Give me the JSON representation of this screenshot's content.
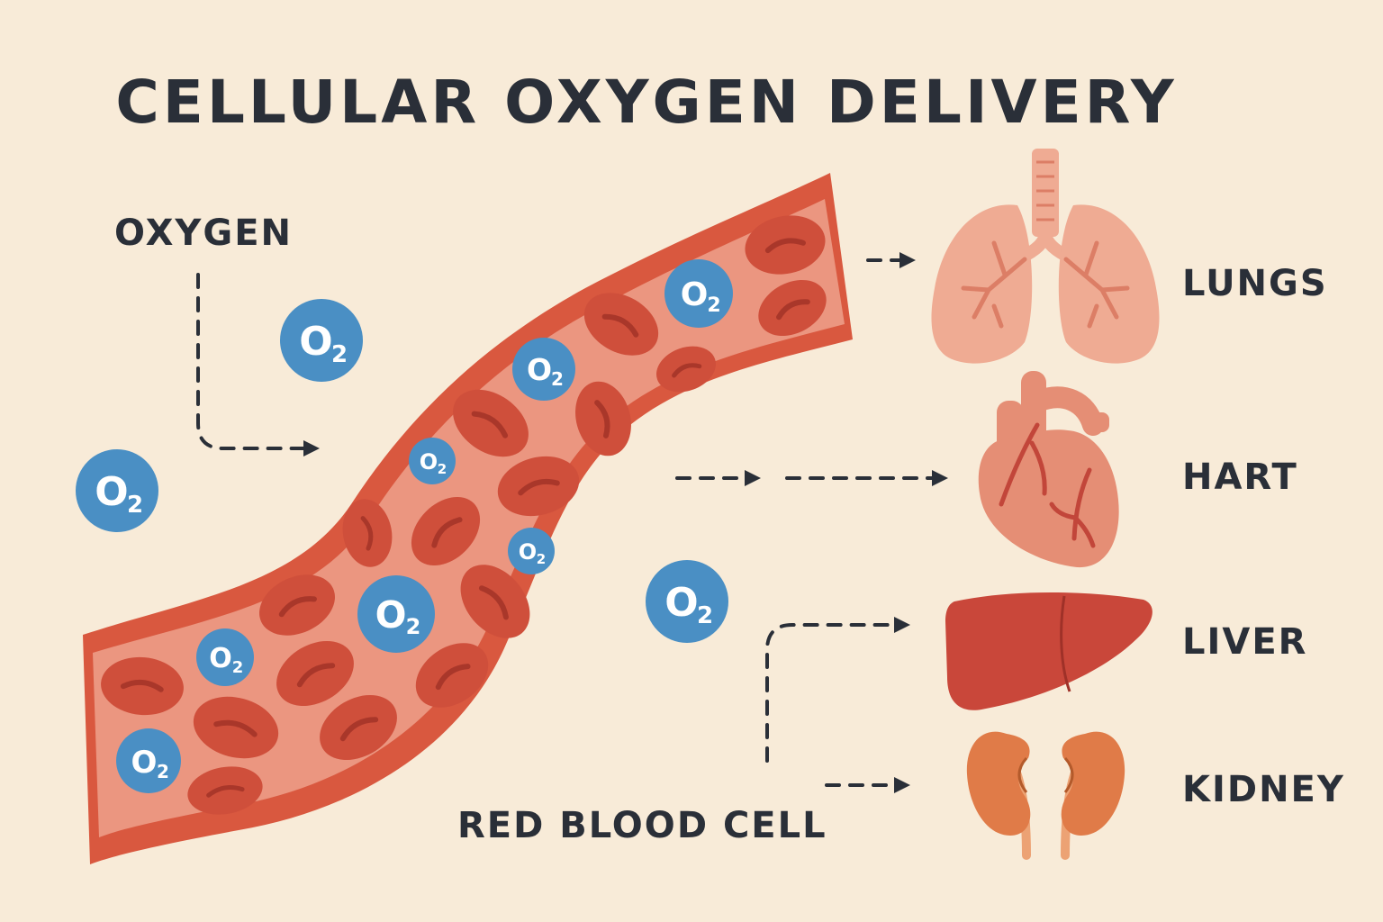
{
  "title": "CELLULAR OXYGEN DELIVERY",
  "labels": {
    "oxygen": "OXYGEN",
    "red_blood_cell": "RED BLOOD CELL"
  },
  "organs": [
    {
      "id": "lungs",
      "label": "LUNGS"
    },
    {
      "id": "heart",
      "label": "HART"
    },
    {
      "id": "liver",
      "label": "LIVER"
    },
    {
      "id": "kidney",
      "label": "KIDNEY"
    }
  ],
  "molecule": {
    "symbol": "O",
    "subscript": "2"
  },
  "colors": {
    "background": "#f8ebd8",
    "vessel_wall": "#d9583f",
    "vessel_inner": "#eb9680",
    "rbc": "#cf4f3b",
    "rbc_dark": "#a9372a",
    "oxygen": "#4a8fc4",
    "text": "#2a2f38",
    "lungs": "#efab93",
    "heart": "#e58e75",
    "liver": "#c9473a",
    "kidney": "#e07b48"
  }
}
